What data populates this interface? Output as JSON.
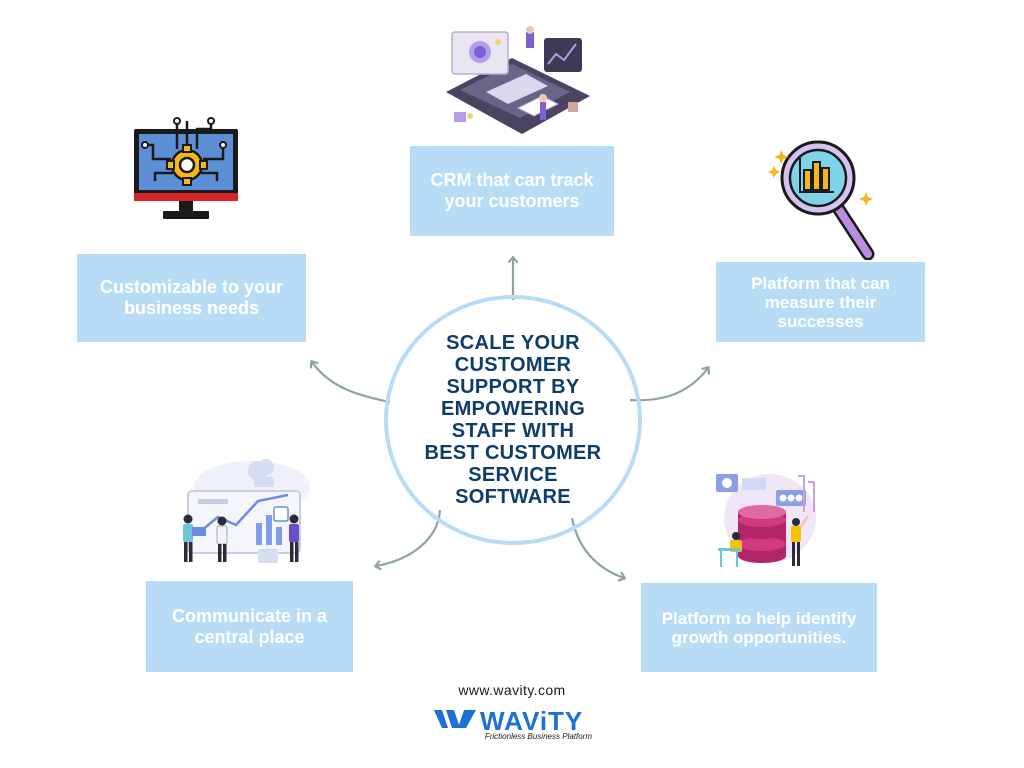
{
  "center": {
    "label": "SCALE YOUR CUSTOMER SUPPORT BY EMPOWERING STAFF WITH BEST CUSTOMER SERVICE SOFTWARE"
  },
  "boxes": {
    "crm": "CRM that can track your customers",
    "customizable": "Customizable to your business needs",
    "measure": "Platform that can measure their successes",
    "communicate": "Communicate in a central place",
    "growth": "Platform to help identify growth opportunities."
  },
  "footer": {
    "website": "www.wavity.com",
    "logo_name": "WAViTY",
    "logo_tagline": "Frictionless Business Platform"
  },
  "illustrations": {
    "crm": "crm-dashboard-illustration",
    "customizable": "monitor-gear-icon",
    "measure": "magnifier-chart-icon",
    "communicate": "team-dashboard-illustration",
    "growth": "database-growth-illustration"
  },
  "colors": {
    "box_fill": "#b8dcf5",
    "box_text": "#ffffff",
    "center_text": "#0f3d6b",
    "arrow": "#8ea3a8",
    "brand": "#1e6fd6"
  }
}
